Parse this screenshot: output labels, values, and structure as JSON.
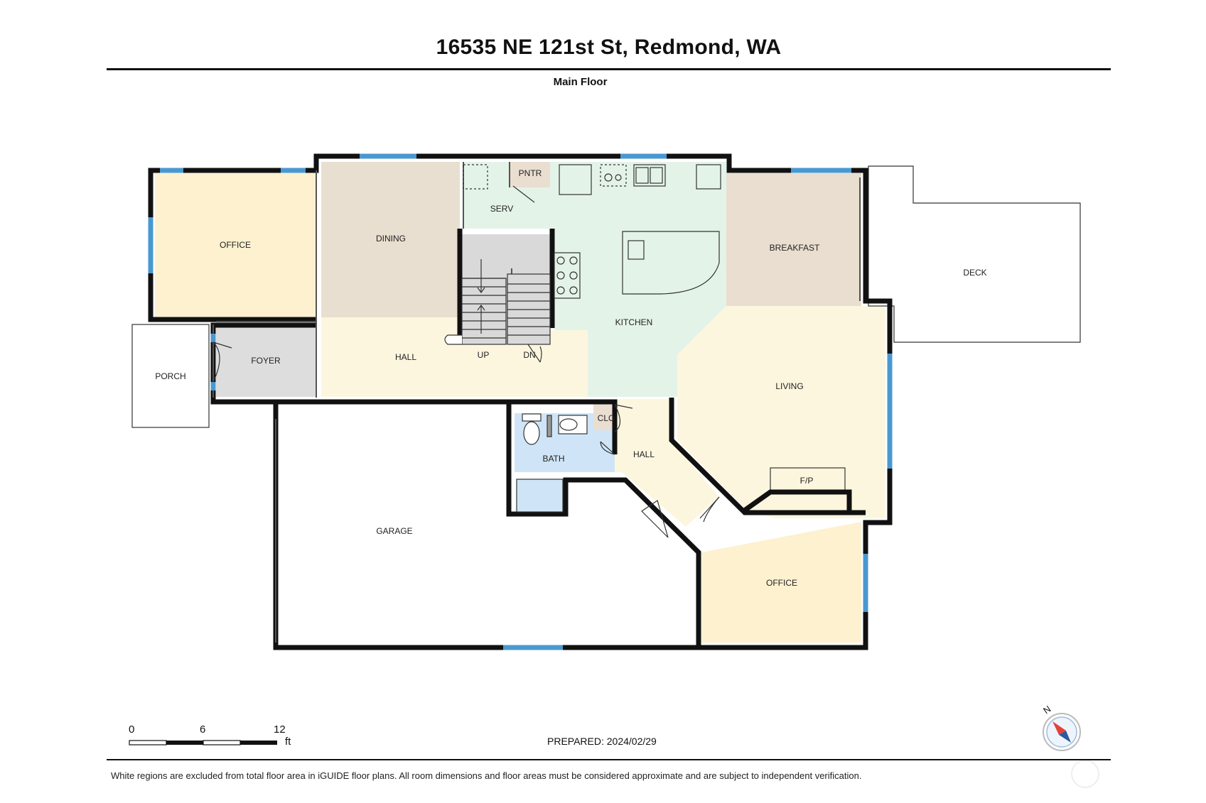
{
  "header": {
    "title": "16535 NE 121st St, Redmond, WA",
    "floor": "Main Floor"
  },
  "rooms": {
    "office_1": "OFFICE",
    "dining": "DINING",
    "serv": "SERV",
    "pntr": "PNTR",
    "breakfast": "BREAKFAST",
    "deck": "DECK",
    "kitchen": "KITCHEN",
    "porch": "PORCH",
    "foyer": "FOYER",
    "hall_main": "HALL",
    "up": "UP",
    "dn": "DN",
    "living": "LIVING",
    "clo": "CLO",
    "bath": "BATH",
    "hall_lower": "HALL",
    "fp": "F/P",
    "garage": "GARAGE",
    "office_2": "OFFICE"
  },
  "scale": {
    "tick_0": "0",
    "tick_6": "6",
    "tick_12": "12",
    "unit": "ft"
  },
  "compass": {
    "north": "N"
  },
  "footer": {
    "prepared": "PREPARED: 2024/02/29",
    "disclaimer": "White regions are excluded from total floor area in iGUIDE floor plans. All room dimensions and floor areas must be considered approximate and are subject to independent verification."
  },
  "colors": {
    "office": "#fdf1cf",
    "dining": "#e8dfd0",
    "kitchen": "#e4f3e8",
    "breakfast": "#e9ded0",
    "hall": "#fdf6df",
    "foyer": "#dddddd",
    "bath": "#cfe5f7",
    "stairs": "#d9d9d9",
    "window": "#4a98d0",
    "wall": "#111111"
  }
}
